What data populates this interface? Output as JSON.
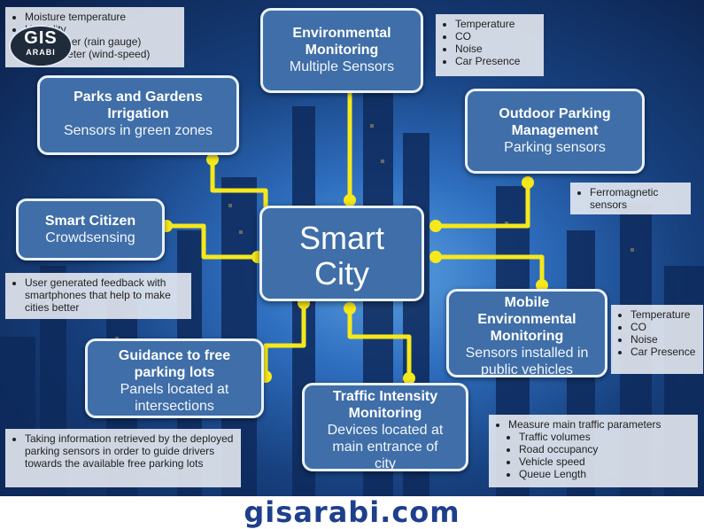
{
  "diagram": {
    "center": {
      "line1": "Smart",
      "line2": "City"
    },
    "nodes": {
      "environmental": {
        "title_line1": "Environmental",
        "title_line2": "Monitoring",
        "subtitle": "Multiple Sensors"
      },
      "parks": {
        "title_line1": "Parks and Gardens",
        "title_line2": "Irrigation",
        "subtitle": "Sensors in green zones"
      },
      "parking_outdoor": {
        "title_line1": "Outdoor Parking",
        "title_line2": "Management",
        "subtitle": "Parking sensors"
      },
      "citizen": {
        "title_line1": "Smart Citizen",
        "subtitle": "Crowdsensing"
      },
      "mobile_env": {
        "title_line1": "Mobile",
        "title_line2": "Environmental",
        "title_line3": "Monitoring",
        "subtitle_line1": "Sensors installed in",
        "subtitle_line2": "public vehicles"
      },
      "guidance": {
        "title_line1": "Guidance to free",
        "title_line2": "parking lots",
        "subtitle_line1": "Panels located at",
        "subtitle_line2": "intersections"
      },
      "traffic": {
        "title_line1": "Traffic Intensity",
        "title_line2": "Monitoring",
        "subtitle_line1": "Devices located at",
        "subtitle_line2": "main entrance of",
        "subtitle_line3": "city"
      }
    },
    "notes": {
      "top_left": [
        "Moisture temperature",
        "Humidity",
        "Pluviometer (rain gauge)",
        "Anemometer (wind-speed)"
      ],
      "top_right": [
        "Temperature",
        "CO",
        "Noise",
        "Car Presence"
      ],
      "ferromagnetic": [
        "Ferromagnetic sensors"
      ],
      "citizen_note": [
        "User generated feedback with smartphones that help to make cities better"
      ],
      "mobile_note": [
        "Temperature",
        "CO",
        "Noise",
        "Car Presence"
      ],
      "guidance_note": [
        "Taking information retrieved by the deployed parking sensors in order to guide drivers towards the available free parking lots"
      ],
      "traffic_note_lead": "Measure main traffic parameters",
      "traffic_note_items": [
        "Traffic volumes",
        "Road occupancy",
        "Vehicle speed",
        "Queue Length"
      ]
    }
  },
  "logo": {
    "line1": "GIS",
    "line2": "ARABI"
  },
  "footer": {
    "site": "gisarabi.com"
  },
  "colors": {
    "node_fill": "#3f6ea8",
    "connector": "#f5e81c",
    "node_border": "#e9f1fb",
    "footer_text": "#1e3f8c"
  }
}
